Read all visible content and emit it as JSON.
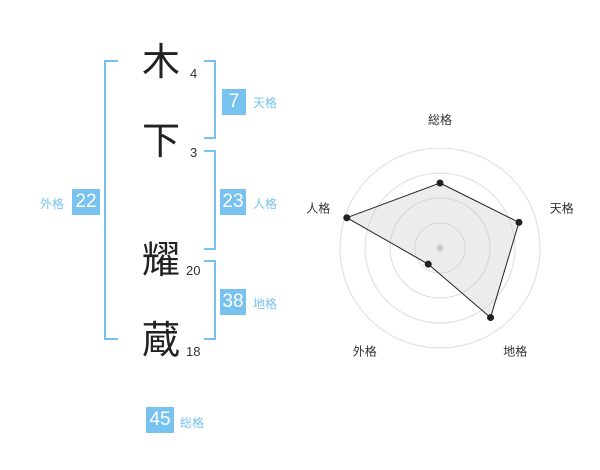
{
  "name": {
    "chars": [
      {
        "char": "木",
        "strokes": "4"
      },
      {
        "char": "下",
        "strokes": "3"
      },
      {
        "char": "耀",
        "strokes": "20"
      },
      {
        "char": "蔵",
        "strokes": "18"
      }
    ]
  },
  "kaku": {
    "tenkaku": {
      "value": "7",
      "label": "天格"
    },
    "jinkaku": {
      "value": "23",
      "label": "人格"
    },
    "chikaku": {
      "value": "38",
      "label": "地格"
    },
    "gaikaku": {
      "value": "22",
      "label": "外格"
    },
    "soukaku": {
      "value": "45",
      "label": "総格"
    }
  },
  "colors": {
    "accent": "#78c2f0",
    "text": "#222222"
  },
  "chart_data": {
    "type": "radar",
    "axes": [
      "総格",
      "天格",
      "地格",
      "外格",
      "人格"
    ],
    "values": [
      0.65,
      0.83,
      0.86,
      0.2,
      0.98
    ],
    "range": [
      0,
      1
    ],
    "rings": 4,
    "grid": true
  }
}
